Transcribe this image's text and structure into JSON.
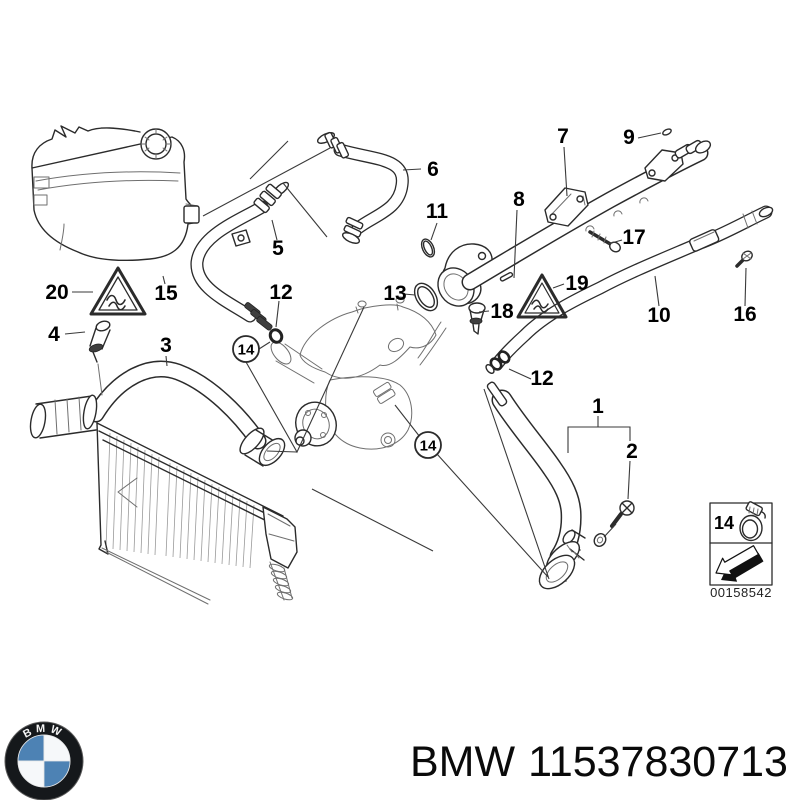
{
  "diagram": {
    "callouts": {
      "c1": "1",
      "c2": "2",
      "c3": "3",
      "c4": "4",
      "c5": "5",
      "c6": "6",
      "c7": "7",
      "c8": "8",
      "c9": "9",
      "c10": "10",
      "c11": "11",
      "c12": "12",
      "c12b": "12",
      "c13": "13",
      "c14a": "14",
      "c14b": "14",
      "c15": "15",
      "c16": "16",
      "c17": "17",
      "c18": "18",
      "c19": "19",
      "c20": "20"
    },
    "inset": {
      "label": "14",
      "image_code": "00158542"
    },
    "icons": {
      "warning_triangle": "warning-triangle-icon",
      "hose_clamp": "hose-clamp-icon",
      "direction_arrow": "direction-arrow-icon"
    }
  },
  "footer": {
    "logo_text": "BMW",
    "brand": "BMW",
    "part_number": "11537830713"
  },
  "colors": {
    "line": "#2b2b2b",
    "bmw_blue": "#4d82b4",
    "background": "#ffffff",
    "text": "#0a0a0a"
  }
}
